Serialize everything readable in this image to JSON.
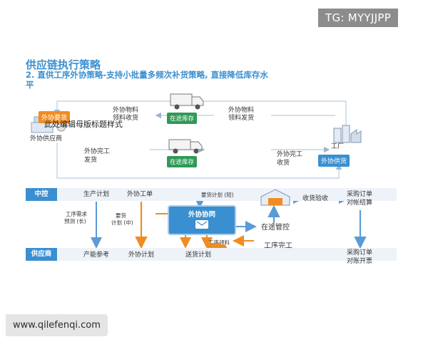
{
  "watermarks": {
    "tag": "TG: MYYJJPP",
    "url": "www.qilefenqi.com"
  },
  "header": {
    "title": "供应链执行策略",
    "subtitle_line1": "2. 直供工序外协策略-支持小批量多频次补货策略, 直接降低库存水",
    "subtitle_line2": "平"
  },
  "upper_flow": {
    "badge_outsource_material": "外协要货",
    "overlay_text": "此处编辑母版标题样式",
    "outsource_supplier": "外协供应商",
    "material_issue_1": "外协物料",
    "material_issue_2": "领料收货",
    "in_transit_top": "在途库存",
    "material_send_1": "外协物料",
    "material_send_2": "领料发货",
    "finished_ship_1": "外协完工",
    "finished_ship_2": "发货",
    "in_transit_bottom": "在途库存",
    "finished_receive_1": "外协完工",
    "finished_receive_2": "收货",
    "factory": "工厂",
    "badge_outsource_delivery": "外协供货"
  },
  "lanes": {
    "control_label": "中控",
    "supplier_label": "供应商"
  },
  "control_lane": {
    "production_plan": "生产计划",
    "outsource_order": "外协工单",
    "demand_plan_short": "要货计划 (短)",
    "receipt_inspection": "收货验收",
    "po_1": "采购订单",
    "po_2": "对帐结算"
  },
  "middle": {
    "process_demand_1": "工序需求",
    "process_demand_2": "预测 (长)",
    "demand_plan_mid_1": "要货",
    "demand_plan_mid_2": "计划 (中)",
    "hub_label": "外协协同",
    "in_transit_control": "在途管控",
    "process_material": "工序领料",
    "process_complete": "工序完工"
  },
  "supplier_lane": {
    "capacity_ref": "产能参考",
    "outsource_plan": "外协计划",
    "delivery_plan": "送货计划",
    "po_1": "采购订单",
    "po_2": "对账开票"
  },
  "icons": [
    "gear-icon",
    "truck-icon",
    "warehouse-icon",
    "factory-icon",
    "document-icon"
  ],
  "colors": {
    "accent_blue": "#3a8fd0",
    "arrow_orange": "#f08c23",
    "badge_green": "#2f9a56"
  }
}
